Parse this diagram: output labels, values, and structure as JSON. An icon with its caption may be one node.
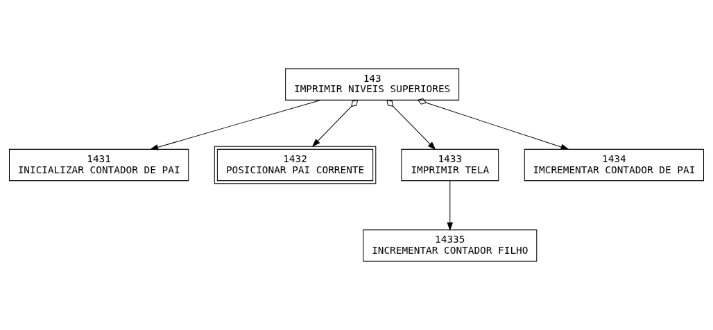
{
  "diagram": {
    "nodes": [
      {
        "text": [
          "143",
          "IMPRIMIR NIVEIS SUPERIORES"
        ]
      },
      {
        "text": [
          "1431",
          "INICIALIZAR CONTADOR DE PAI"
        ]
      },
      {
        "text": [
          "1432",
          "POSICIONAR PAI CORRENTE"
        ]
      },
      {
        "text": [
          "1433",
          "IMPRIMIR TELA"
        ]
      },
      {
        "text": [
          "1434",
          "IMCREMENTAR CONTADOR DE PAI"
        ]
      },
      {
        "text": [
          "14335",
          "INCREMENTAR CONTADOR FILHO"
        ]
      }
    ],
    "edges": [
      {
        "from": 0,
        "to": 1,
        "arrow": "to"
      },
      {
        "from": 0,
        "to": 2,
        "arrow": "to"
      },
      {
        "from": 0,
        "to": 3,
        "arrow": "to"
      },
      {
        "from": 0,
        "to": 4,
        "arrow": "to"
      },
      {
        "from": 3,
        "to": 5,
        "arrow": "to"
      }
    ]
  }
}
